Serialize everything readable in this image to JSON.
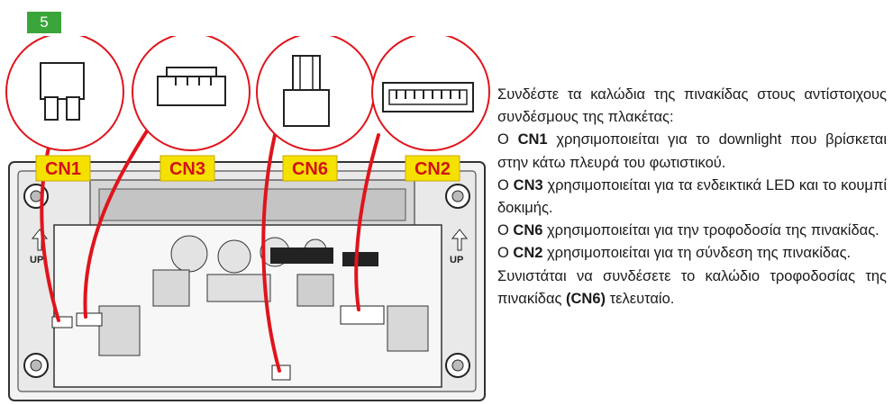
{
  "step": {
    "number": "5"
  },
  "connectors": [
    {
      "id": "CN1"
    },
    {
      "id": "CN3"
    },
    {
      "id": "CN6"
    },
    {
      "id": "CN2"
    }
  ],
  "board": {
    "up_label": "UP"
  },
  "instructions": {
    "intro": "Συνδέστε τα καλώδια της πινακίδας στους αντίστοιχους συνδέσμους της πλακέτας:",
    "cn1": {
      "prefix": "Ο ",
      "code": "CN1",
      "text": " χρησιμοποιείται για το downlight που βρίσκεται στην κάτω πλευρά του φωτιστικού."
    },
    "cn3": {
      "prefix": "Ο ",
      "code": "CN3",
      "text": " χρησιμοποιείται για τα ενδεικτικά LED και το κουμπί δοκιμής."
    },
    "cn6": {
      "prefix": "Ο ",
      "code": "CN6",
      "text": " χρησιμοποιείται για την τροφοδοσία της πινακίδας."
    },
    "cn2": {
      "prefix": "Ο ",
      "code": "CN2",
      "text": " χρησιμοποιείται για τη σύνδεση της πινακίδας."
    },
    "recommend": {
      "text": "Συνιστάται να συνδέσετε το καλώδιο τροφοδοσίας της πινακίδας ",
      "code": "(CN6)",
      "suffix": " τελευταίο."
    }
  },
  "colors": {
    "badge": "#3aa63a",
    "label_bg": "#f5e100",
    "label_text": "#d1121a",
    "cable": "#e0141c"
  }
}
